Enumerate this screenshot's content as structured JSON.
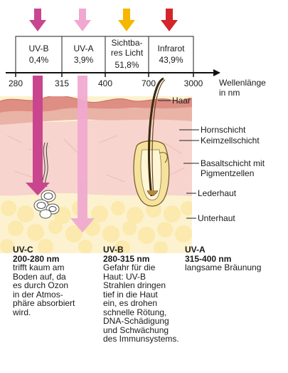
{
  "spectrum": {
    "uvb": {
      "name": "UV-B",
      "value": "0,4%"
    },
    "uva": {
      "name": "UV-A",
      "value": "3,9%"
    },
    "visible": {
      "name_line1": "Sichtba-",
      "name_line2": "res Licht",
      "value": "51,8%"
    },
    "infrared": {
      "name": "Infrarot",
      "value": "43,9%"
    }
  },
  "axis": {
    "ticks": [
      "280",
      "315",
      "400",
      "700",
      "3000"
    ],
    "label_line1": "Wellenlänge",
    "label_line2": "in nm"
  },
  "labels": {
    "haar": "Haar",
    "hornschicht": "Hornschicht",
    "keimzellschicht": "Keimzellschicht",
    "basalt_line1": "Basaltschicht mit",
    "basalt_line2": "Pigmentzellen",
    "lederhaut": "Lederhaut",
    "unterhaut": "Unterhaut"
  },
  "descriptions": {
    "uvc": {
      "title": "UV-C",
      "range": "200-280 nm",
      "lines": [
        "trifft kaum am",
        "Boden auf, da",
        "es durch Ozon",
        "in der Atmos-",
        "phäre absorbiert",
        "wird."
      ]
    },
    "uvb": {
      "title": "UV-B",
      "range": "280-315 nm",
      "lines": [
        "Gefahr für die",
        "Haut: UV-B",
        "Strahlen dringen",
        "tief in die Haut",
        "ein, es drohen",
        "schnelle Rötung,",
        "DNA-Schädigung",
        "und Schwächung",
        "des Immunsystems."
      ]
    },
    "uva": {
      "title": "UV-A",
      "range": "315-400 nm",
      "lines": [
        "langsame Bräunung"
      ]
    }
  },
  "colors": {
    "uvc_arrow": "#c9468f",
    "uva_arrow": "#f0a8d0",
    "visible_arrow": "#f5b700",
    "infrared_arrow": "#d2262a",
    "horn_layer": "#df8e84",
    "dermis": "#f7d4ce",
    "subcutis": "#fdf2cf",
    "fat_cells": "#fbe8a8"
  },
  "icons": [
    "down-arrow-icon",
    "hair-follicle-icon",
    "nerve-ending-icon"
  ]
}
